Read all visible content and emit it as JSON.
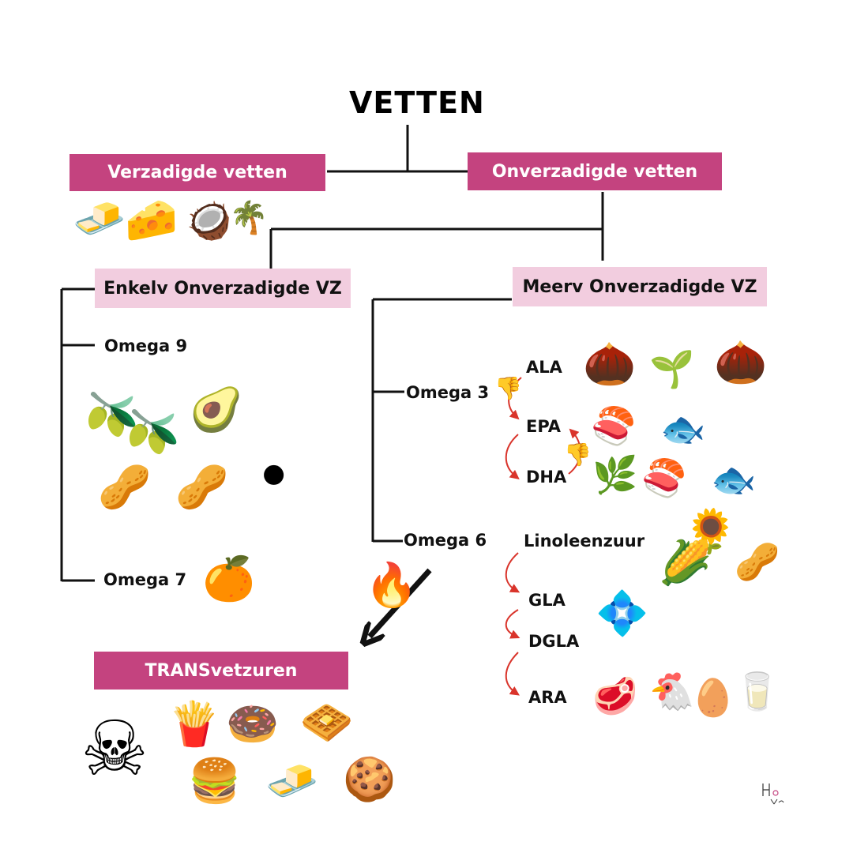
{
  "title": "VETTEN",
  "boxes": {
    "saturated": "Verzadigde vetten",
    "unsaturated": "Onverzadigde vetten",
    "mono": "Enkelv Onverzadigde VZ",
    "poly": "Meerv Onverzadigde VZ",
    "trans": "TRANSvetzuren"
  },
  "labels": {
    "omega9": "Omega 9",
    "omega7": "Omega 7",
    "omega3": "Omega 3",
    "omega6": "Omega 6",
    "ala": "ALA",
    "epa": "EPA",
    "dha": "DHA",
    "linoleic": "Linoleenzuur",
    "gla": "GLA",
    "dgla": "DGLA",
    "ara": "ARA"
  },
  "icons": {
    "butter": "butter-icon",
    "cheese": "cheese-icon",
    "coconut": "coconut-icon",
    "palm": "palm-tree-icon",
    "olive": "olive-icon",
    "avocado": "avocado-icon",
    "cashew": "cashew-icon",
    "peanut": "peanut-icon",
    "sesame": "black-seeds-icon",
    "seabuckthorn": "sea-buckthorn-berries-icon",
    "flaxseed": "flaxseed-icon",
    "pumpkinseed": "pumpkin-seed-icon",
    "walnut": "walnut-icon",
    "salmon": "salmon-icon",
    "sardine": "sardine-icon",
    "algae": "algae-icon",
    "sunflower": "sunflower-icon",
    "corn": "corn-icon",
    "borage": "borage-flower-icon",
    "steak": "steak-icon",
    "chicken": "chicken-icon",
    "egg": "egg-icon",
    "dairy": "dairy-icon",
    "skull": "skull-crossbones-icon",
    "fries": "fries-icon",
    "donut": "donut-icon",
    "waffle": "waffle-icon",
    "burger": "burger-icon",
    "margarine": "margarine-icon",
    "cookie": "cookie-icon",
    "fire": "fire-icon",
    "thumbsdown": "thumbs-down-icon"
  },
  "colors": {
    "box_dark": "#c4437f",
    "box_light": "#f2cddf",
    "arrow_red": "#d9342b",
    "line": "#111111"
  }
}
